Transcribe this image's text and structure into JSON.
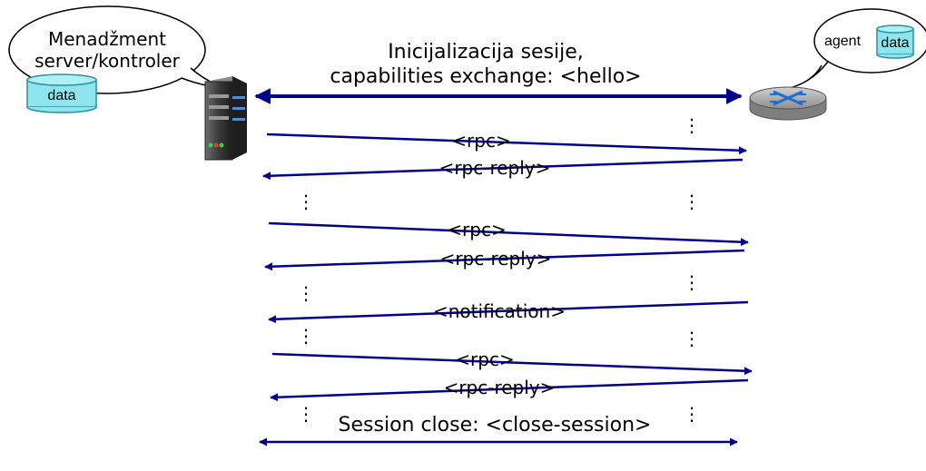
{
  "manager": {
    "bubble_line1": "Menadžment",
    "bubble_line2": "server/kontroler",
    "db_label": "data",
    "server_icon": "server-tower-icon"
  },
  "agent": {
    "bubble_label": "agent",
    "db_label": "data",
    "router_icon": "router-icon"
  },
  "session_init": {
    "line1": "Inicijalizacija sesije,",
    "line2": "capabilities exchange: <hello>"
  },
  "messages": {
    "rpc_1": "<rpc>",
    "rpc_reply_1": "<rpc-reply>",
    "rpc_2": "<rpc>",
    "rpc_reply_2": "<rpc-reply>",
    "notification": "<notification>",
    "rpc_3": "<rpc>",
    "rpc_reply_3": "<rpc-reply>"
  },
  "session_close": "Session close:  <close-session>",
  "ellipsis": "⋮",
  "colors": {
    "arrow": "#00008b",
    "db_fill": "#8ee5ee",
    "db_edge": "#2a8fa0",
    "server_body": "#3a3a3a",
    "router_top": "#b3b3b3"
  }
}
